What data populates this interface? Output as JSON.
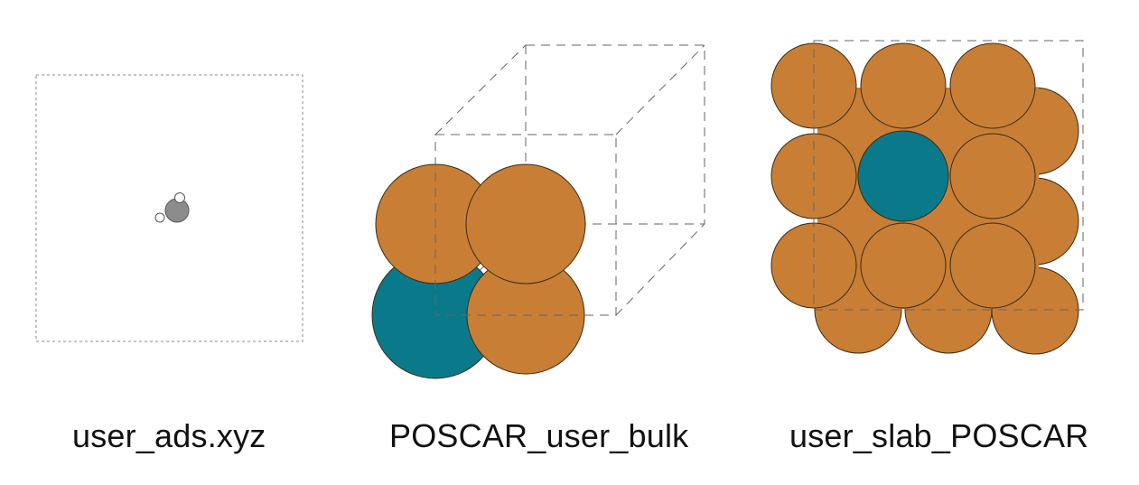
{
  "colors": {
    "metal": "#c87f35",
    "dopant": "#0a7a8a",
    "carbon": "#8c8c8c",
    "hydrogen": "#ffffff"
  },
  "panels": [
    {
      "caption": "user_ads.xyz"
    },
    {
      "caption": "POSCAR_user_bulk"
    },
    {
      "caption": "user_slab_POSCAR"
    }
  ]
}
